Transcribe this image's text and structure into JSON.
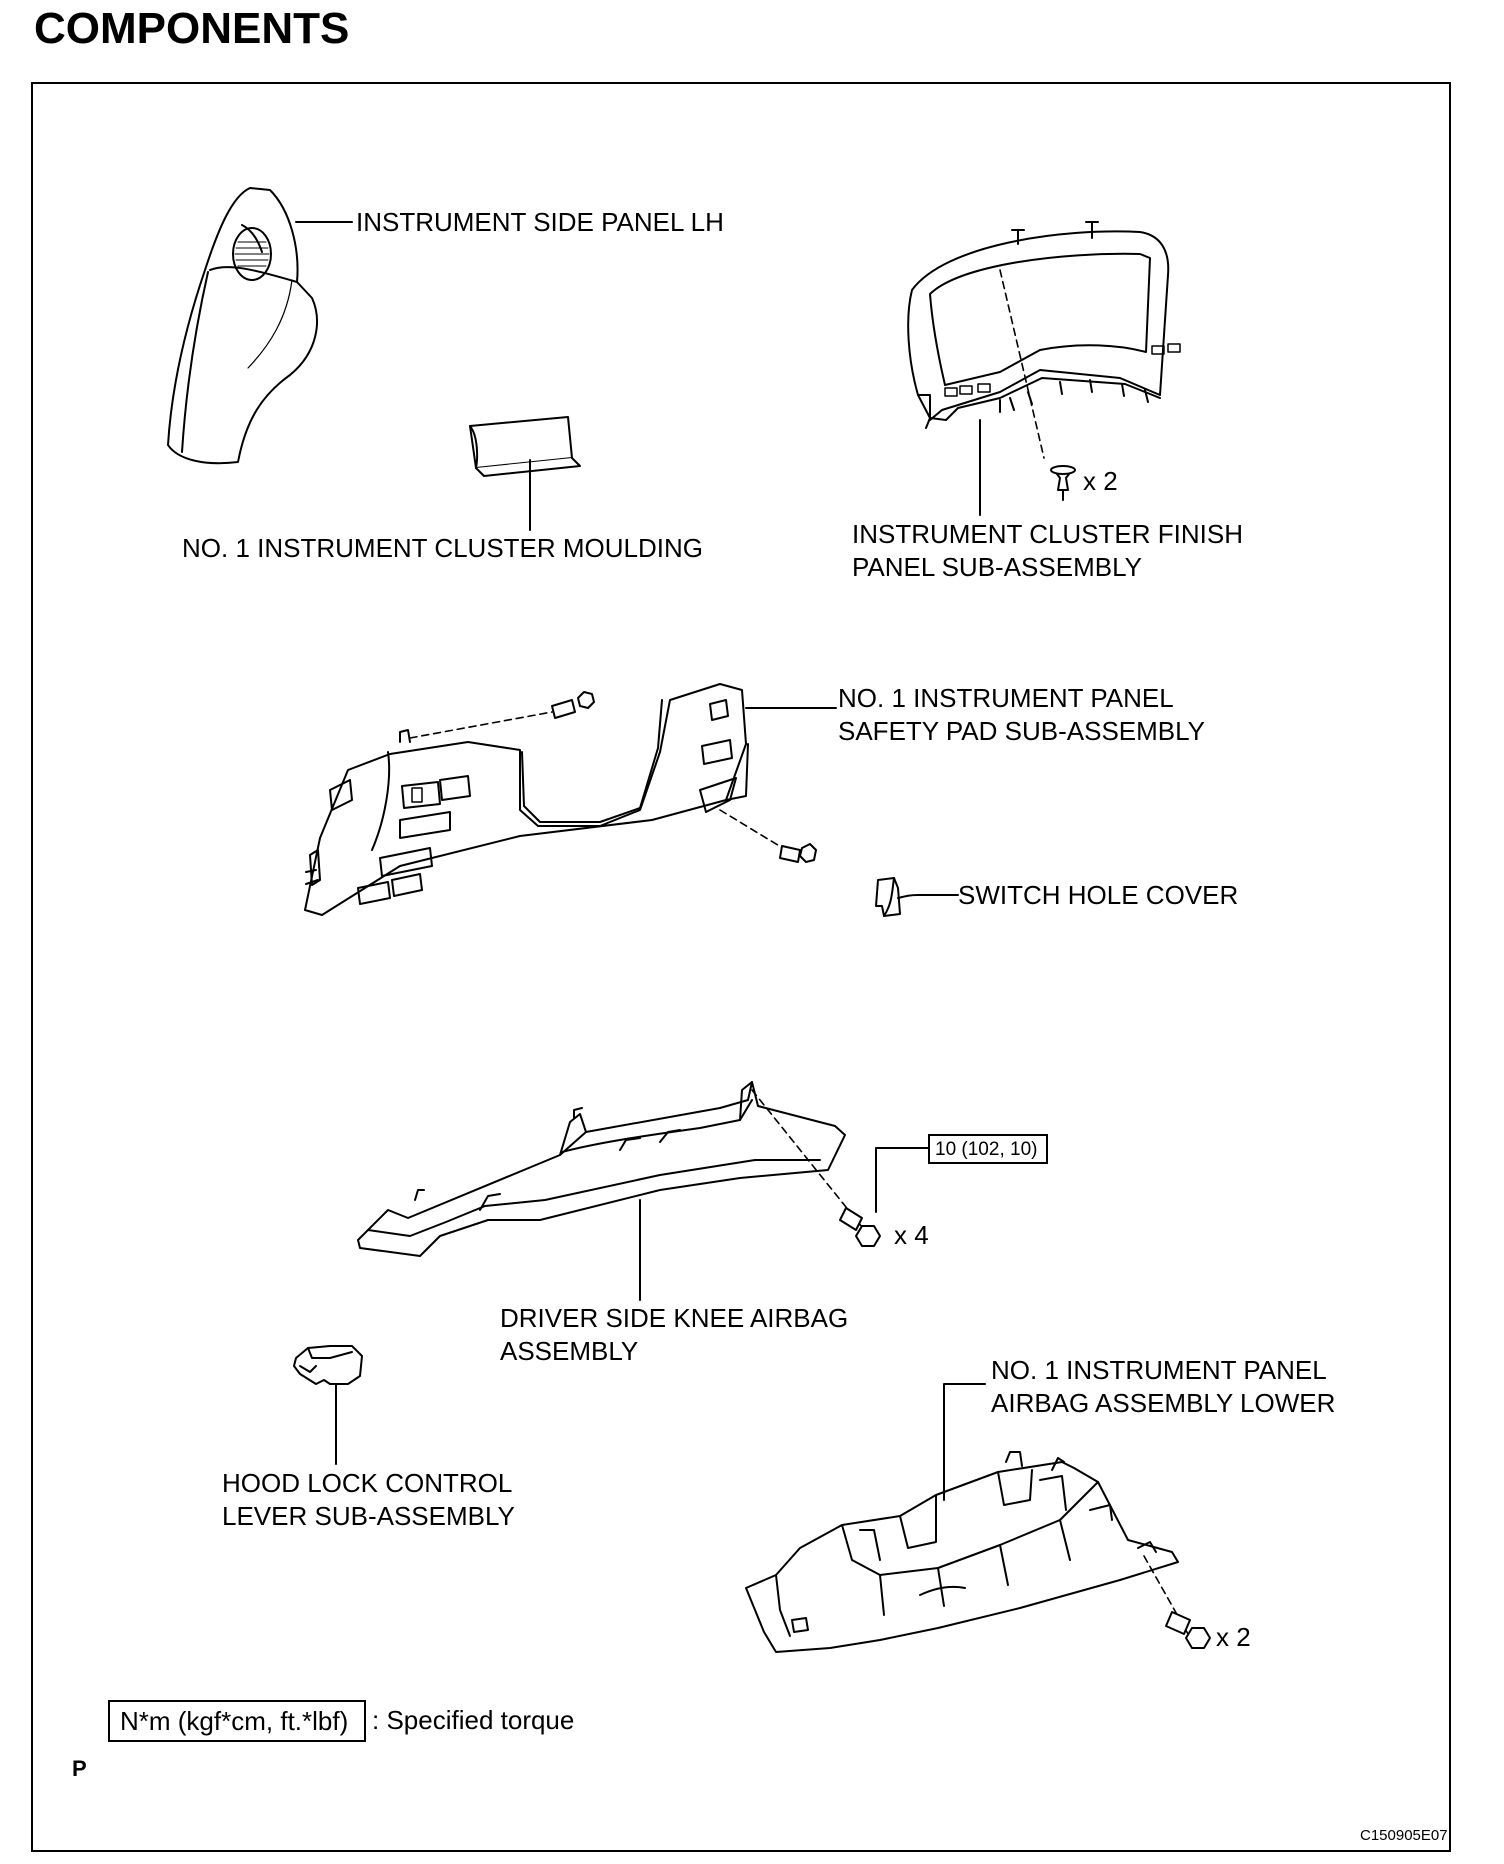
{
  "title": "COMPONENTS",
  "labels": {
    "side_panel": "INSTRUMENT SIDE PANEL LH",
    "moulding": "NO. 1 INSTRUMENT CLUSTER MOULDING",
    "finish_panel_1": "INSTRUMENT CLUSTER FINISH",
    "finish_panel_2": "PANEL SUB-ASSEMBLY",
    "safety_pad_1": "NO. 1 INSTRUMENT PANEL",
    "safety_pad_2": "SAFETY PAD SUB-ASSEMBLY",
    "switch_cover": "SWITCH HOLE COVER",
    "knee_airbag_1": "DRIVER SIDE KNEE AIRBAG",
    "knee_airbag_2": "ASSEMBLY",
    "hood_lever_1": "HOOD LOCK CONTROL",
    "hood_lever_2": "LEVER SUB-ASSEMBLY",
    "panel_airbag_1": "NO. 1 INSTRUMENT PANEL",
    "panel_airbag_2": "AIRBAG ASSEMBLY LOWER"
  },
  "quantities": {
    "finish_clips": "x 2",
    "knee_bolts": "x 4",
    "lower_bolts": "x 2"
  },
  "torque_value": "10 (102, 10)",
  "legend": {
    "unit": "N*m (kgf*cm, ft.*lbf)",
    "text": ": Specified torque"
  },
  "marker": "P",
  "figure_code": "C150905E07"
}
